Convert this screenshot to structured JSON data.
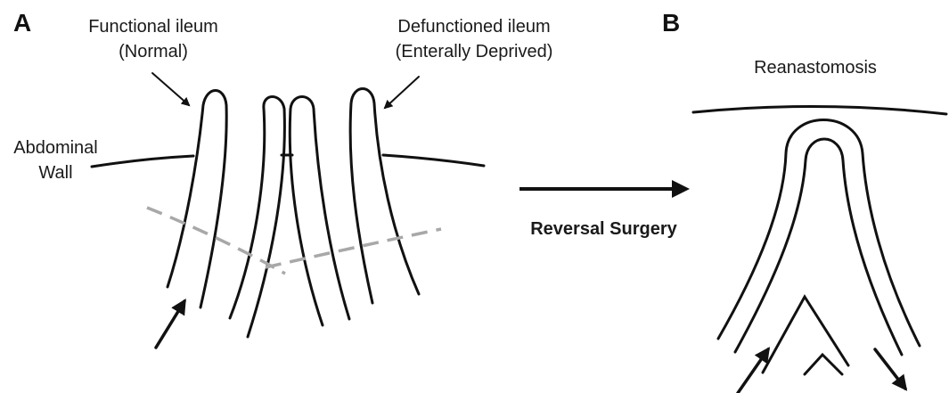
{
  "panel_a": {
    "letter": "A",
    "functional_ileum": {
      "line1": "Functional ileum",
      "line2": "(Normal)"
    },
    "defunctioned_ileum": {
      "line1": "Defunctioned ileum",
      "line2": "(Enterally Deprived)"
    },
    "abdominal_wall": {
      "line1": "Abdominal",
      "line2": "Wall"
    }
  },
  "transition": {
    "label": "Reversal Surgery"
  },
  "panel_b": {
    "letter": "B",
    "reanastomosis": "Reanastomosis"
  },
  "colors": {
    "ink": "#111111",
    "dashed": "#a8a8a8"
  }
}
